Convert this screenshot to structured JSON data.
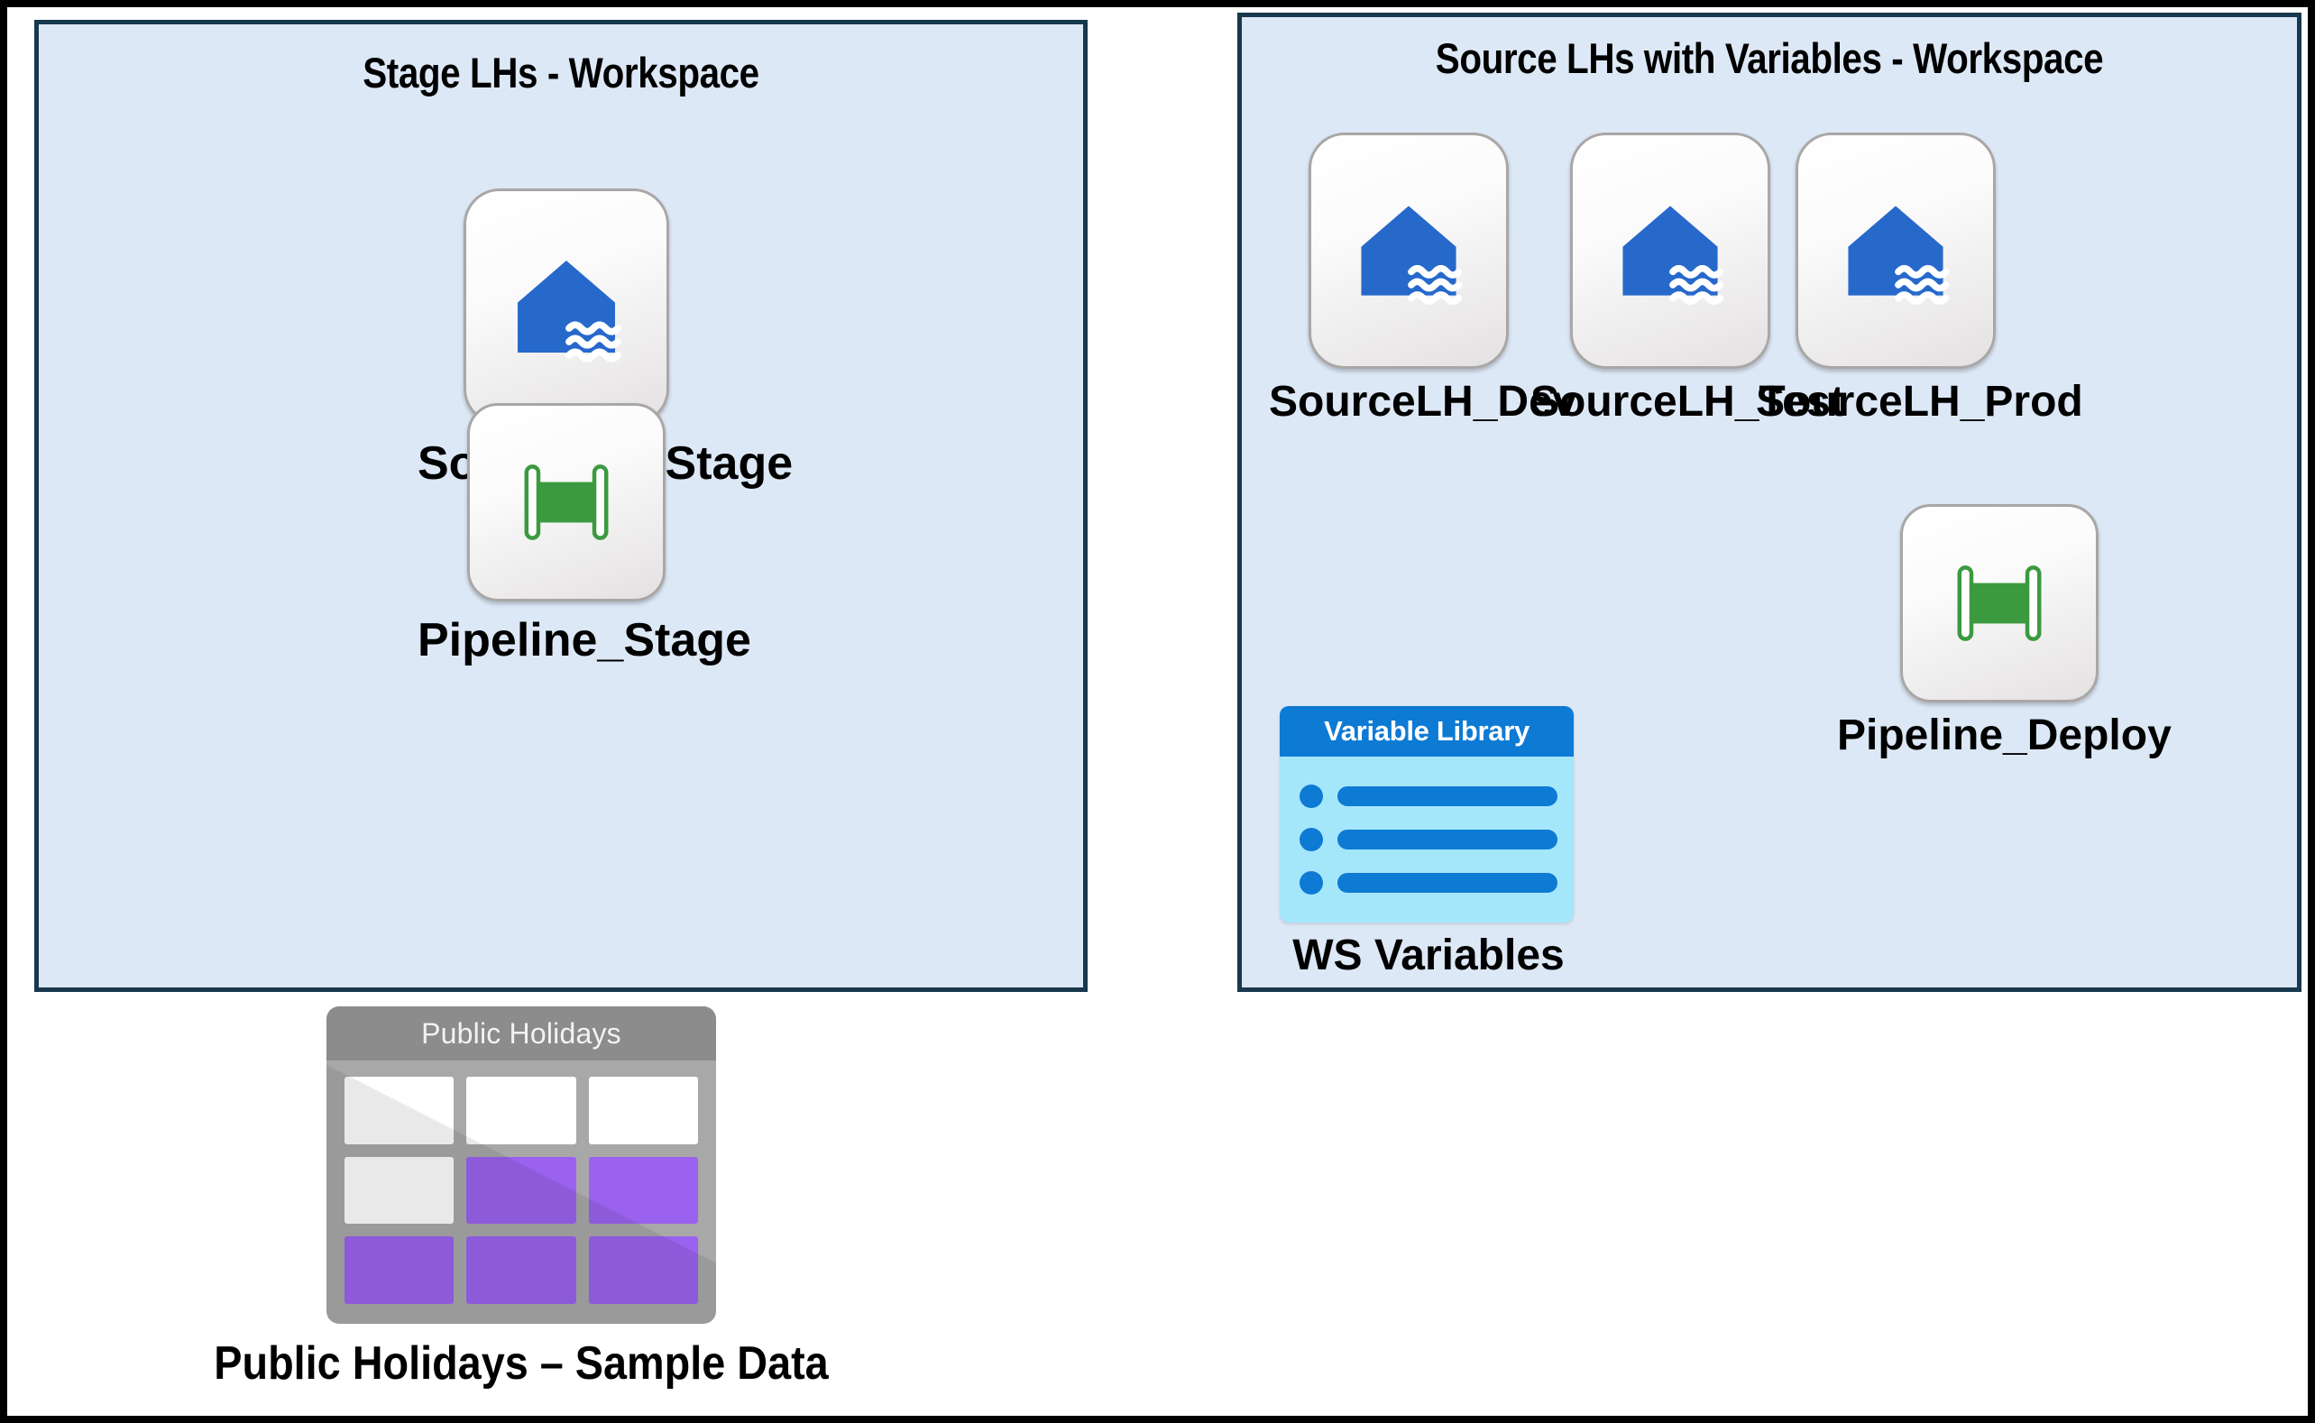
{
  "diagram": {
    "background_color": "#ffffff",
    "frame_color": "#000000"
  },
  "workspaces": [
    {
      "id": "stage",
      "title": "Stage LHs - Workspace",
      "fill_color": "#dde8f6",
      "border_color": "#17384d",
      "items": [
        {
          "label": "SourceLH_Stage",
          "icon": "lakehouse-icon",
          "icon_color": "#2769CB"
        },
        {
          "label": "Pipeline_Stage",
          "icon": "pipeline-icon",
          "icon_color": "#3B9A3F"
        }
      ]
    },
    {
      "id": "source",
      "title": "Source LHs with Variables - Workspace",
      "fill_color": "#dde8f6",
      "border_color": "#17384d",
      "items": [
        {
          "label": "SourceLH_Dev",
          "icon": "lakehouse-icon",
          "icon_color": "#2769CB"
        },
        {
          "label": "SourceLH_Test",
          "icon": "lakehouse-icon",
          "icon_color": "#2769CB"
        },
        {
          "label": "SourceLH_Prod",
          "icon": "lakehouse-icon",
          "icon_color": "#2769CB"
        },
        {
          "label": "Pipeline_Deploy",
          "icon": "pipeline-icon",
          "icon_color": "#3B9A3F"
        }
      ],
      "variable_library": {
        "header": "Variable Library",
        "label": "WS Variables",
        "header_color": "#0d7ad4",
        "body_color": "#a5e7fa",
        "row_count": 3
      }
    }
  ],
  "table_artifact": {
    "header": "Public Holidays",
    "label": "Public Holidays – Sample Data",
    "header_color": "#8c8c8c",
    "frame_color": "#a8a8a8",
    "empty_cell_color": "#ffffff",
    "filled_cell_color": "#9a62ee",
    "grid": [
      [
        "empty",
        "empty",
        "empty"
      ],
      [
        "empty",
        "filled",
        "filled"
      ],
      [
        "filled",
        "filled",
        "filled"
      ]
    ]
  }
}
